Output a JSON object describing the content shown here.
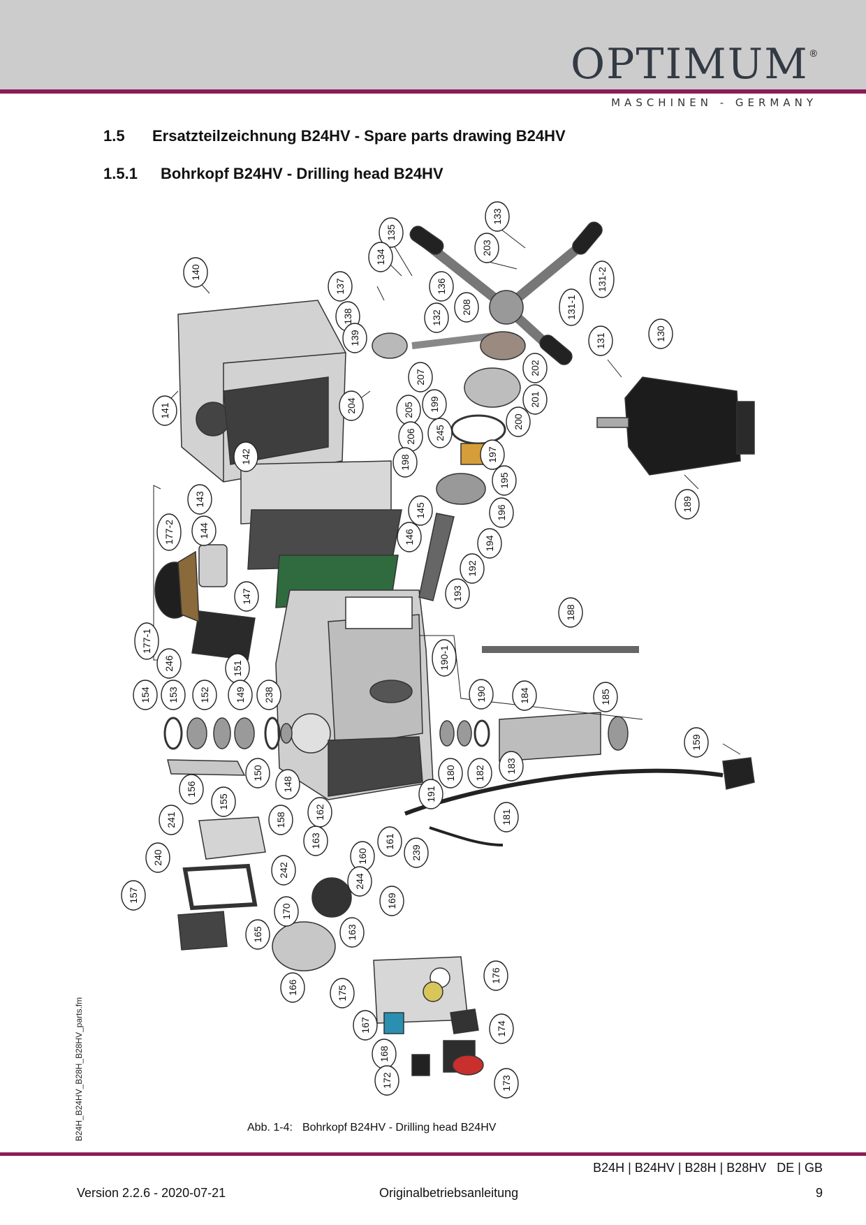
{
  "header": {
    "brand": "OPTIMUM",
    "brand_mark": "®",
    "tagline": "MASCHINEN - GERMANY",
    "accent_color": "#8a1d55",
    "band_color": "#cccccc"
  },
  "section": {
    "number": "1.5",
    "title": "Ersatzteilzeichnung B24HV - Spare parts drawing B24HV"
  },
  "subsection": {
    "number": "1.5.1",
    "title": "Bohrkopf B24HV - Drilling head B24HV"
  },
  "part_labels": [
    "133",
    "135",
    "203",
    "134",
    "131-2",
    "140",
    "137",
    "136",
    "208",
    "131-1",
    "138",
    "132",
    "139",
    "131",
    "130",
    "202",
    "207",
    "201",
    "141",
    "204",
    "205",
    "199",
    "200",
    "206",
    "245",
    "142",
    "197",
    "198",
    "195",
    "143",
    "189",
    "145",
    "196",
    "177-2",
    "144",
    "146",
    "194",
    "192",
    "193",
    "147",
    "188",
    "177-1",
    "246",
    "151",
    "190-1",
    "154",
    "153",
    "152",
    "149",
    "238",
    "190",
    "184",
    "185",
    "159",
    "150",
    "180",
    "182",
    "183",
    "156",
    "155",
    "148",
    "191",
    "181",
    "241",
    "158",
    "162",
    "161",
    "239",
    "163",
    "160",
    "240",
    "242",
    "244",
    "157",
    "169",
    "170",
    "163",
    "165",
    "176",
    "166",
    "175",
    "174",
    "167",
    "168",
    "172",
    "173"
  ],
  "caption": {
    "label": "Abb. 1-4:",
    "text": "Bohrkopf B24HV - Drilling head B24HV"
  },
  "side_file": "B24H_B24HV_B28H_B28HV_parts.fm",
  "footer": {
    "models": "B24H | B24HV | B28H | B28HV",
    "lang": "DE | GB",
    "version": "Version 2.2.6 - 2020-07-21",
    "doc_type": "Originalbetriebsanleitung",
    "page": "9"
  }
}
